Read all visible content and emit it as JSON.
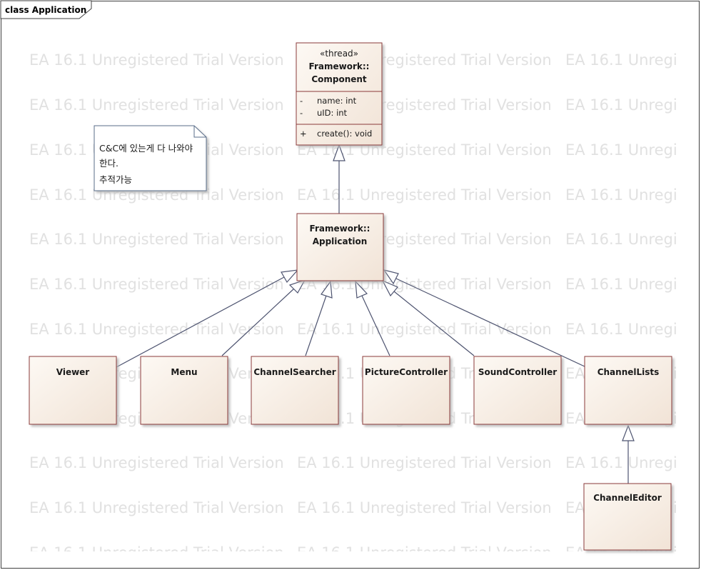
{
  "frame": {
    "label": "class Application"
  },
  "watermark": {
    "text": "EA 16.1 Unregistered Trial Version"
  },
  "note": {
    "lines": [
      "C&C에 있는게 다 나와야",
      "한다.",
      "추적가능"
    ]
  },
  "classes": {
    "component": {
      "stereotype": "«thread»",
      "name_line1": "Framework::",
      "name_line2": "Component",
      "attributes": [
        {
          "visibility": "-",
          "text": "name: int"
        },
        {
          "visibility": "-",
          "text": "uID: int"
        }
      ],
      "operations": [
        {
          "visibility": "+",
          "text": "create(): void"
        }
      ]
    },
    "application": {
      "name_line1": "Framework::",
      "name_line2": "Application"
    },
    "viewer": {
      "name": "Viewer"
    },
    "menu": {
      "name": "Menu"
    },
    "channel_searcher": {
      "name": "ChannelSearcher"
    },
    "picture_controller": {
      "name": "PictureController"
    },
    "sound_controller": {
      "name": "SoundController"
    },
    "channel_lists": {
      "name": "ChannelLists"
    },
    "channel_editor": {
      "name": "ChannelEditor"
    }
  },
  "colors": {
    "class_fill_top": "#fdf9f4",
    "class_fill_bottom": "#f1e3d6",
    "class_border": "#8b3a3a",
    "line": "#4e5470",
    "note_fill": "#ffffff",
    "note_border": "#5a6e8a",
    "watermark": "#e1e1e1"
  }
}
